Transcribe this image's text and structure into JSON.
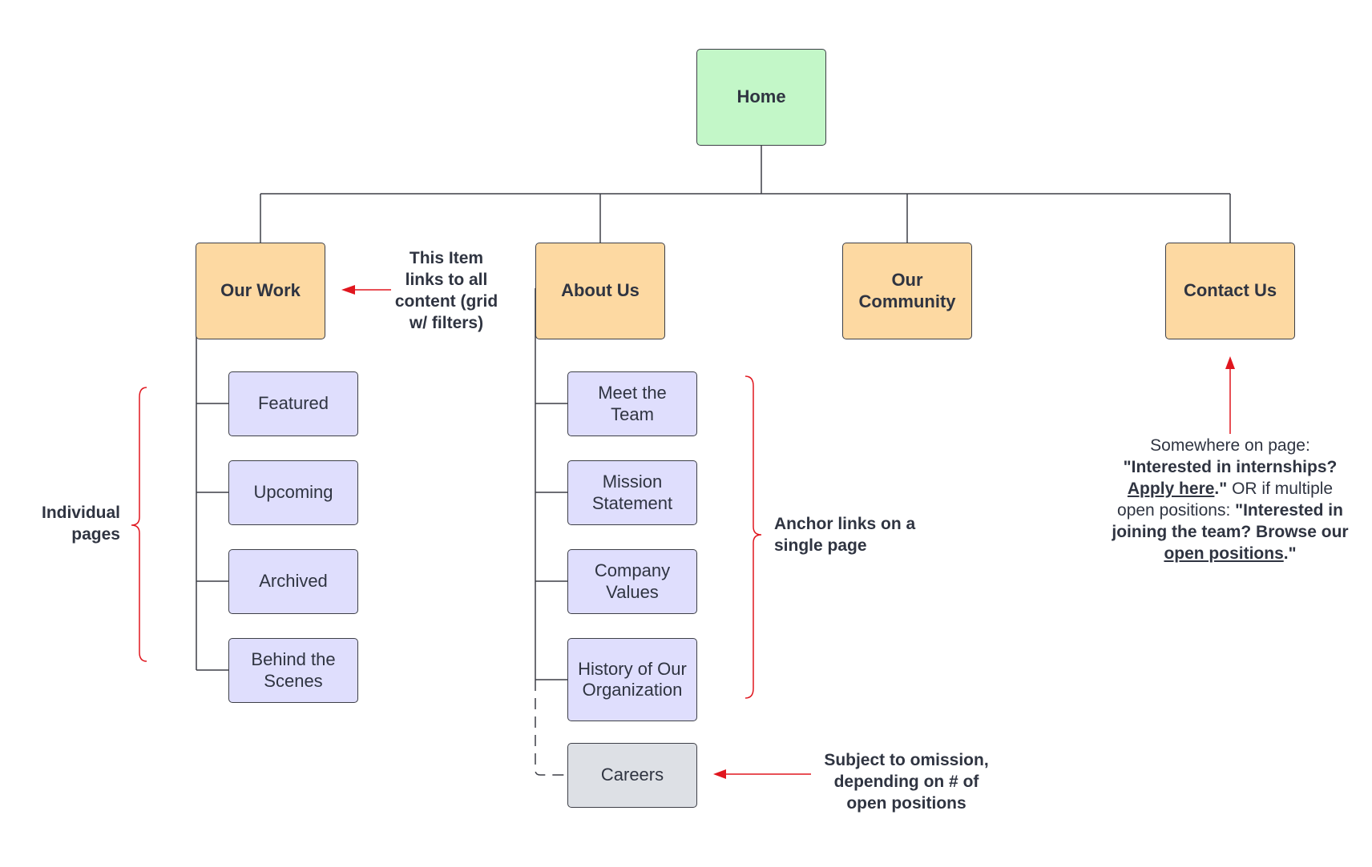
{
  "nodes": {
    "home": "Home",
    "our_work": "Our Work",
    "about_us": "About Us",
    "our_community": "Our Community",
    "contact_us": "Contact Us",
    "featured": "Featured",
    "upcoming": "Upcoming",
    "archived": "Archived",
    "behind_the_scenes": "Behind the Scenes",
    "meet_the_team": "Meet the Team",
    "mission_statement": "Mission Statement",
    "company_values": "Company Values",
    "history": "History of Our Organization",
    "careers": "Careers"
  },
  "annotations": {
    "our_work_note": "This Item links to all content (grid w/ filters)",
    "individual_pages": "Individual pages",
    "anchor_links": "Anchor links on a single page",
    "careers_note": "Subject to omission, depending on # of open positions",
    "contact": {
      "line1": "Somewhere on page:",
      "q1": "\"Interested in internships?",
      "apply_link": "Apply here",
      "q1_end": ".\"",
      "or_text": "OR if multiple open positions:",
      "q2": "\"Interested in joining the team? Browse our",
      "positions_link": "open positions",
      "q2_end": ".\""
    }
  },
  "colors": {
    "home": "#c3f7c8",
    "level1": "#fdd9a2",
    "level2": "#dfdefd",
    "optional": "#dde0e5",
    "annotation_arrow": "#e0161e",
    "connector": "#3d3f47"
  }
}
